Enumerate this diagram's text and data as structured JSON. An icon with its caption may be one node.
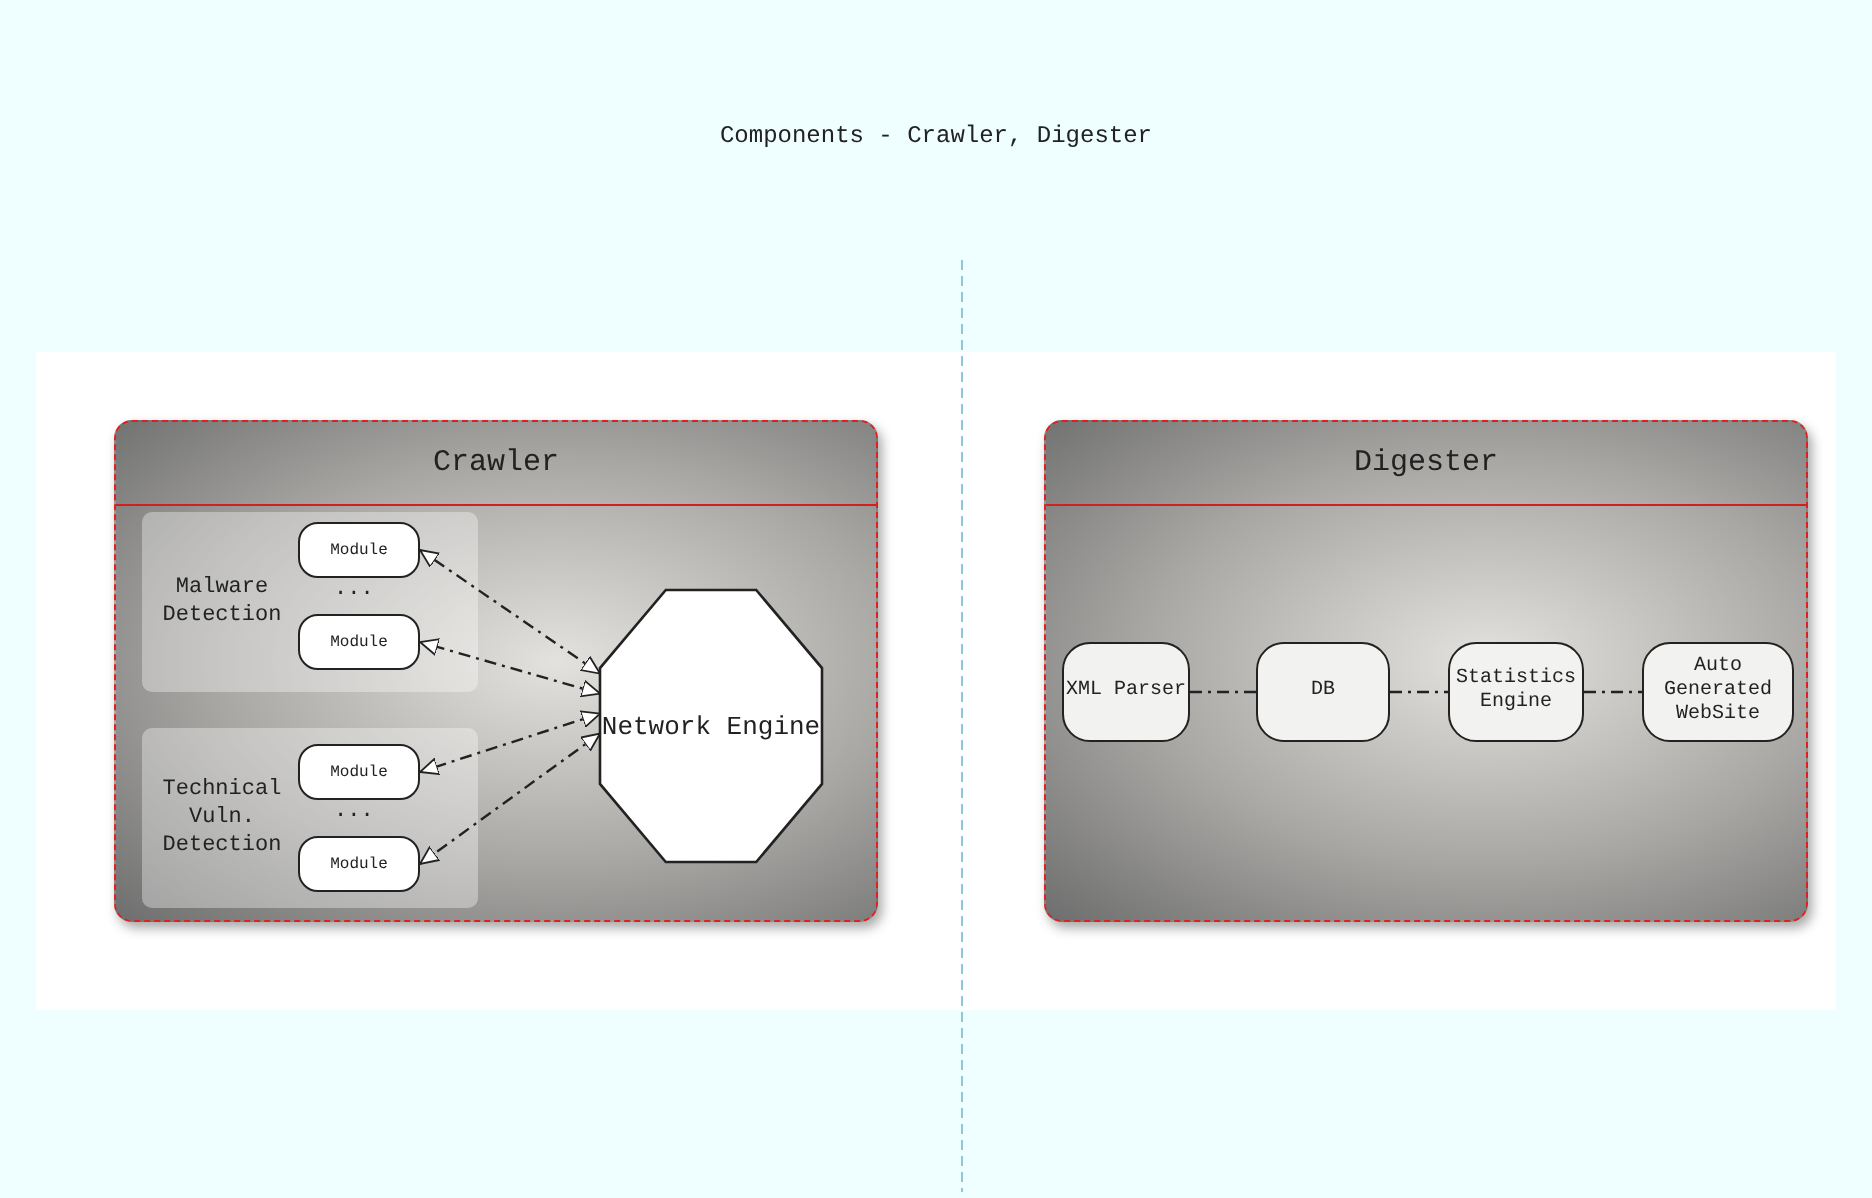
{
  "diagram": {
    "title": "Components - Crawler, Digester",
    "nodes": [
      {
        "text": [
          "Crawler"
        ]
      },
      {
        "text": [
          "Malware Detection",
          "..."
        ],
        "in": 0
      },
      {
        "text": [
          "Module"
        ],
        "in": 1
      },
      {
        "text": [
          "Module"
        ],
        "in": 1
      },
      {
        "text": [
          "Technical Vuln. Detection",
          "..."
        ],
        "in": 0
      },
      {
        "text": [
          "Module"
        ],
        "in": 4
      },
      {
        "text": [
          "Module"
        ],
        "in": 4
      },
      {
        "text": [
          "Network Engine"
        ],
        "in": 0
      },
      {
        "text": [
          "Digester"
        ]
      },
      {
        "text": [
          "XML Parser"
        ],
        "in": 8
      },
      {
        "text": [
          "DB"
        ],
        "in": 8
      },
      {
        "text": [
          "Statistics Engine"
        ],
        "in": 8
      },
      {
        "text": [
          "Auto Generated WebSite"
        ],
        "in": 8
      }
    ],
    "edges": [
      {
        "from": 7,
        "to": 2,
        "arrow": "both",
        "style": "dashed"
      },
      {
        "from": 7,
        "to": 3,
        "arrow": "both",
        "style": "dashed"
      },
      {
        "from": 7,
        "to": 5,
        "arrow": "both",
        "style": "dashed"
      },
      {
        "from": 7,
        "to": 6,
        "arrow": "both",
        "style": "dashed"
      },
      {
        "from": 9,
        "to": 10,
        "arrow": "none",
        "style": "dashed"
      },
      {
        "from": 10,
        "to": 11,
        "arrow": "none",
        "style": "dashed"
      },
      {
        "from": 11,
        "to": 12,
        "arrow": "none",
        "style": "dashed"
      }
    ]
  }
}
